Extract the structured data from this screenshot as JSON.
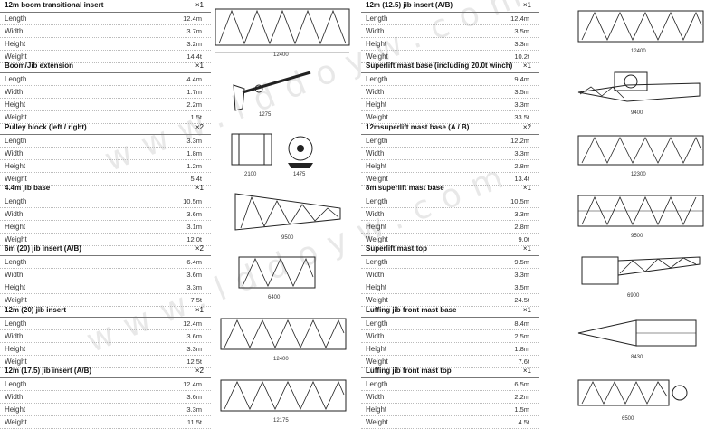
{
  "left_column": [
    {
      "title": "12m boom transitional insert",
      "qty": "×1",
      "specs": [
        {
          "label": "Length",
          "value": "12.4m"
        },
        {
          "label": "Width",
          "value": "3.7m"
        },
        {
          "label": "Height",
          "value": "3.2m"
        },
        {
          "label": "Weight",
          "value": "14.4t"
        }
      ]
    },
    {
      "title": "Boom/Jib extension",
      "qty": "×1",
      "specs": [
        {
          "label": "Length",
          "value": "4.4m"
        },
        {
          "label": "Width",
          "value": "1.7m"
        },
        {
          "label": "Height",
          "value": "2.2m"
        },
        {
          "label": "Weight",
          "value": "1.5t"
        }
      ]
    },
    {
      "title": "Pulley block (left / right)",
      "qty": "×2",
      "specs": [
        {
          "label": "Length",
          "value": "3.3m"
        },
        {
          "label": "Width",
          "value": "1.8m"
        },
        {
          "label": "Height",
          "value": "1.2m"
        },
        {
          "label": "Weight",
          "value": "5.4t"
        }
      ]
    },
    {
      "title": "4.4m jib base",
      "qty": "×1",
      "specs": [
        {
          "label": "Length",
          "value": "10.5m"
        },
        {
          "label": "Width",
          "value": "3.6m"
        },
        {
          "label": "Height",
          "value": "3.1m"
        },
        {
          "label": "Weight",
          "value": "12.0t"
        }
      ]
    },
    {
      "title": "6m (20) jib insert (A/B)",
      "qty": "×2",
      "specs": [
        {
          "label": "Length",
          "value": "6.4m"
        },
        {
          "label": "Width",
          "value": "3.6m"
        },
        {
          "label": "Height",
          "value": "3.3m"
        },
        {
          "label": "Weight",
          "value": "7.5t"
        }
      ]
    },
    {
      "title": "12m (20) jib insert",
      "qty": "×1",
      "specs": [
        {
          "label": "Length",
          "value": "12.4m"
        },
        {
          "label": "Width",
          "value": "3.6m"
        },
        {
          "label": "Height",
          "value": "3.3m"
        },
        {
          "label": "Weight",
          "value": "12.5t"
        }
      ]
    },
    {
      "title": "12m (17.5) jib insert (A/B)",
      "qty": "×2",
      "specs": [
        {
          "label": "Length",
          "value": "12.4m"
        },
        {
          "label": "Width",
          "value": "3.6m"
        },
        {
          "label": "Height",
          "value": "3.3m"
        },
        {
          "label": "Weight",
          "value": "11.5t"
        }
      ]
    }
  ],
  "right_column": [
    {
      "title": "12m (12.5) jib insert (A/B)",
      "qty": "×1",
      "specs": [
        {
          "label": "Length",
          "value": "12.4m"
        },
        {
          "label": "Width",
          "value": "3.5m"
        },
        {
          "label": "Height",
          "value": "3.3m"
        },
        {
          "label": "Weight",
          "value": "10.2t"
        }
      ]
    },
    {
      "title": "Superlift mast base (including 20.0t winch)",
      "qty": "×1",
      "specs": [
        {
          "label": "Length",
          "value": "9.4m"
        },
        {
          "label": "Width",
          "value": "3.5m"
        },
        {
          "label": "Height",
          "value": "3.3m"
        },
        {
          "label": "Weight",
          "value": "33.5t"
        }
      ]
    },
    {
      "title": "12msuperlift mast base (A / B)",
      "qty": "×2",
      "specs": [
        {
          "label": "Length",
          "value": "12.2m"
        },
        {
          "label": "Width",
          "value": "3.3m"
        },
        {
          "label": "Height",
          "value": "2.8m"
        },
        {
          "label": "Weight",
          "value": "13.4t"
        }
      ]
    },
    {
      "title": "8m superlift mast base",
      "qty": "×1",
      "specs": [
        {
          "label": "Length",
          "value": "10.5m"
        },
        {
          "label": "Width",
          "value": "3.3m"
        },
        {
          "label": "Height",
          "value": "2.8m"
        },
        {
          "label": "Weight",
          "value": "9.0t"
        }
      ]
    },
    {
      "title": "Superlift mast top",
      "qty": "×1",
      "specs": [
        {
          "label": "Length",
          "value": "9.5m"
        },
        {
          "label": "Width",
          "value": "3.3m"
        },
        {
          "label": "Height",
          "value": "3.5m"
        },
        {
          "label": "Weight",
          "value": "24.5t"
        }
      ]
    },
    {
      "title": "Luffing jib front mast base",
      "qty": "×1",
      "specs": [
        {
          "label": "Length",
          "value": "8.4m"
        },
        {
          "label": "Width",
          "value": "2.5m"
        },
        {
          "label": "Height",
          "value": "1.8m"
        },
        {
          "label": "Weight",
          "value": "7.6t"
        }
      ]
    },
    {
      "title": "Luffing jib front mast top",
      "qty": "×1",
      "specs": [
        {
          "label": "Length",
          "value": "6.5m"
        },
        {
          "label": "Width",
          "value": "2.2m"
        },
        {
          "label": "Height",
          "value": "1.5m"
        },
        {
          "label": "Weight",
          "value": "4.5t"
        }
      ]
    }
  ],
  "drawing_dimensions": {
    "boom_transitional": "12400",
    "extension": "1275",
    "pulley_width": "2100",
    "pulley_len": "1475",
    "jib_base": "9500",
    "jib_insert_6m": "6400",
    "jib_insert_12m_20": "12400",
    "jib_insert_12m_175": "12175",
    "jib_insert_12m_125": "12400",
    "superlift_base": "9400",
    "superlift_12m": "12300",
    "superlift_8m": "9500",
    "mast_top": "6900",
    "luffing_base": "8430",
    "luffing_top": "6500"
  },
  "watermark": "www.lddoyw.com"
}
